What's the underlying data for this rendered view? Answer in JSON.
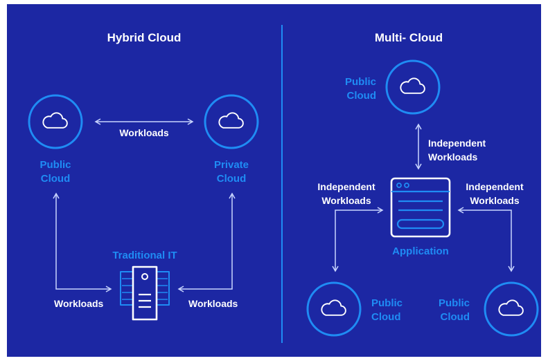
{
  "hybrid": {
    "title": "Hybrid Cloud",
    "public_cloud": {
      "line1": "Public",
      "line2": "Cloud"
    },
    "private_cloud": {
      "line1": "Private",
      "line2": "Cloud"
    },
    "link_workloads": "Workloads",
    "traditional_it": "Traditional IT",
    "left_workloads": "Workloads",
    "right_workloads": "Workloads"
  },
  "multi": {
    "title": "Multi- Cloud",
    "top_cloud": {
      "line1": "Public",
      "line2": "Cloud"
    },
    "top_link": {
      "line1": "Independent",
      "line2": "Workloads"
    },
    "left_link": {
      "line1": "Independent",
      "line2": "Workloads"
    },
    "right_link": {
      "line1": "Independent",
      "line2": "Workloads"
    },
    "application": "Application",
    "bottom_left_cloud": {
      "line1": "Public",
      "line2": "Cloud"
    },
    "bottom_right_cloud": {
      "line1": "Public",
      "line2": "Cloud"
    }
  },
  "colors": {
    "background": "#1c27a3",
    "accent_blue": "#1f8cf4",
    "line_light": "#c9d6ff",
    "text": "#ffffff"
  },
  "icons": [
    "cloud-icon",
    "server-icon",
    "application-window-icon"
  ]
}
